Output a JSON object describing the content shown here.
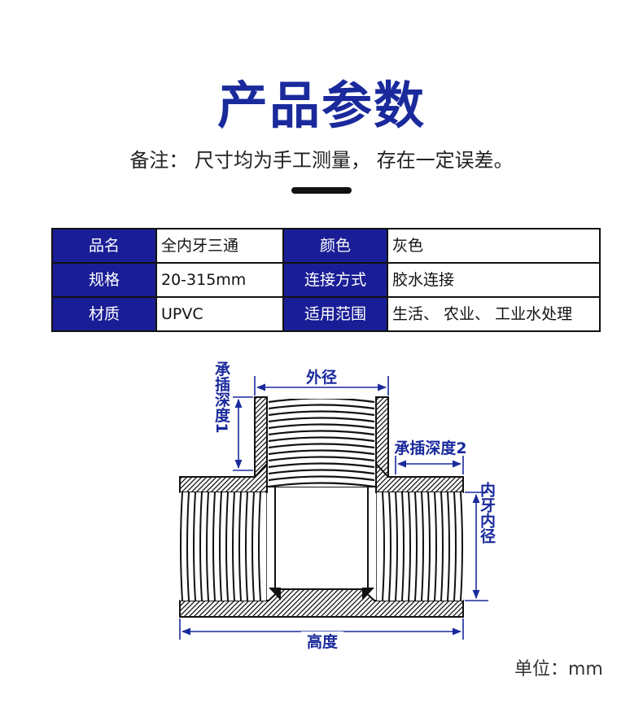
{
  "header": {
    "title": "产品参数",
    "note": "备注： 尺寸均为手工测量， 存在一定误差。"
  },
  "spec_table": {
    "rows": [
      {
        "k1": "品名",
        "v1": "全内牙三通",
        "k2": "颜色",
        "v2": "灰色"
      },
      {
        "k1": "规格",
        "v1": "20-315mm",
        "k2": "连接方式",
        "v2": "胶水连接"
      },
      {
        "k1": "材质",
        "v1": "UPVC",
        "k2": "适用范围",
        "v2": "生活、 农业、 工业水处理"
      }
    ]
  },
  "diagram": {
    "labels": {
      "outer_diameter": "外径",
      "socket_depth_1": "承插深度1",
      "socket_depth_2": "承插深度2",
      "inner_thread_diameter": "内牙内径",
      "height": "高度"
    }
  },
  "footer": {
    "unit": "单位：mm"
  },
  "colors": {
    "accent": "#1a2a9c",
    "header_cell": "#1a1e96"
  }
}
